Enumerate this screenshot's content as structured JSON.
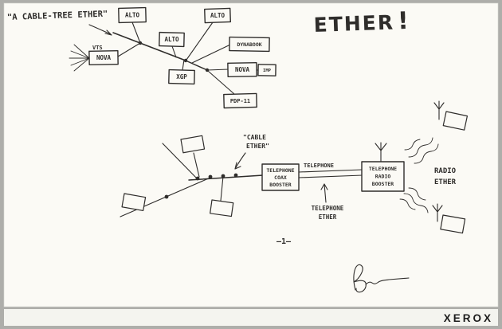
{
  "palette": {
    "mat": "#aeaeaa",
    "paper": "#fbfaf5",
    "strip": "#f4f4ef",
    "ink": "#2f2d2b",
    "logo": "#1c1c1c"
  },
  "title": {
    "word": "ETHER",
    "bang": "!"
  },
  "tree_section": {
    "caption": "\"A CABLE-TREE ETHER\"",
    "vts_label": "VTS",
    "boxes": {
      "alto_top": "ALTO",
      "alto_mid": "ALTO",
      "alto_right": "ALTO",
      "dynabook": "DYNABOOK",
      "nova_left": "NOVA",
      "xgp": "XGP",
      "nova_right": "NOVA",
      "imp": "IMP",
      "pdp11": "PDP-11"
    }
  },
  "cable_section": {
    "caption_line1": "\"CABLE",
    "caption_line2": "ETHER\"",
    "coax_booster": {
      "line1": "TELEPHONE",
      "line2": "COAX",
      "line3": "BOOSTER"
    },
    "telephone_link_label": "TELEPHONE",
    "radio_booster": {
      "line1": "TELEPHONE",
      "line2": "RADIO",
      "line3": "BOOSTER"
    },
    "telephone_ether_line1": "TELEPHONE",
    "telephone_ether_line2": "ETHER",
    "radio_ether_line1": "RADIO",
    "radio_ether_line2": "ETHER"
  },
  "footer": {
    "page_number": "—1—",
    "signature": "Bob",
    "logo": "XEROX"
  }
}
